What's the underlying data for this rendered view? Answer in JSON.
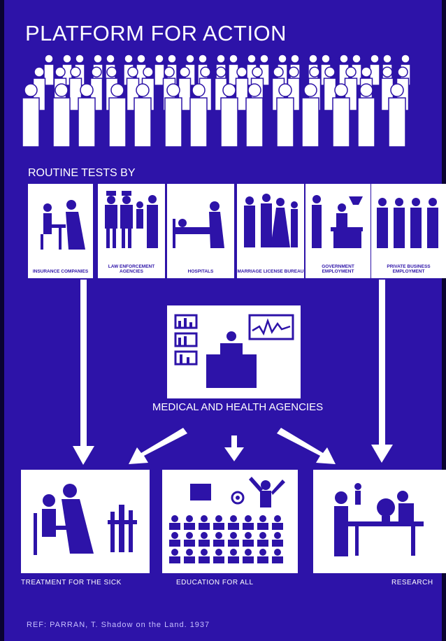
{
  "title": "PLATFORM FOR ACTION",
  "subtitle": "ROUTINE TESTS BY",
  "agencies": [
    {
      "label": "INSURANCE COMPANIES",
      "icon": "insurance-clerk-icon"
    },
    {
      "label": "LAW ENFORCEMENT AGENCIES",
      "icon": "police-officers-icon"
    },
    {
      "label": "HOSPITALS",
      "icon": "hospital-bed-icon"
    },
    {
      "label": "MARRIAGE LICENSE BUREAU",
      "icon": "wedding-couple-icon"
    },
    {
      "label": "GOVERNMENT EMPLOYMENT",
      "icon": "government-office-icon"
    },
    {
      "label": "PRIVATE BUSINESS EMPLOYMENT",
      "icon": "workers-group-icon"
    }
  ],
  "center": {
    "label": "MEDICAL AND HEALTH AGENCIES",
    "icon": "lab-monitor-icon"
  },
  "outcomes": [
    {
      "label": "TREATMENT FOR THE SICK",
      "icon": "doctor-patient-icon"
    },
    {
      "label": "EDUCATION FOR ALL",
      "icon": "lecture-audience-icon"
    },
    {
      "label": "RESEARCH",
      "icon": "microscope-lab-icon"
    }
  ],
  "reference": "REF: PARRAN, T. Shadow on the Land. 1937",
  "colors": {
    "background": "#2d13a8",
    "foreground": "#ffffff"
  }
}
